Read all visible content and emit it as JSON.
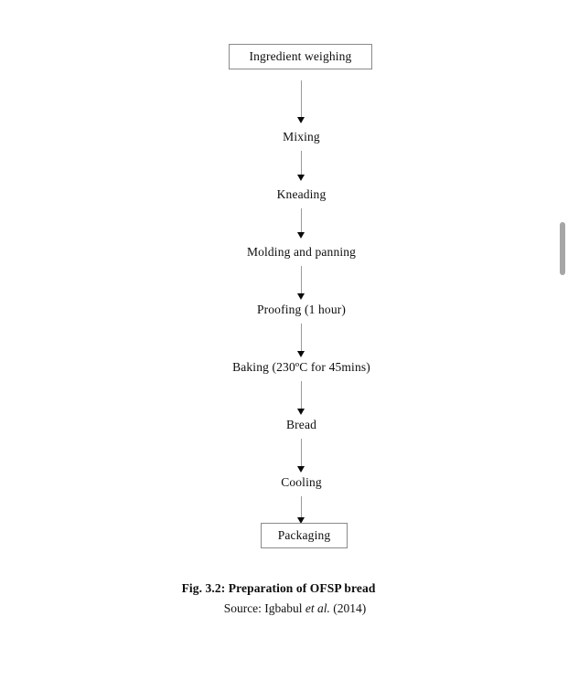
{
  "document": {
    "background_color": "#ffffff",
    "text_color": "#0d0d0d"
  },
  "flowchart": {
    "title": "Preparation of OFSP bread",
    "orientation": "vertical-top-to-bottom",
    "node_border_color": "#8a8a8a",
    "arrow_line_color": "#9a9a9a",
    "arrow_head_color": "#0a0a0a",
    "steps": [
      {
        "label": "Ingredient weighing",
        "shape": "box"
      },
      {
        "label": "Mixing",
        "shape": "text"
      },
      {
        "label": "Kneading",
        "shape": "text"
      },
      {
        "label": "Molding and panning",
        "shape": "text"
      },
      {
        "label": "Proofing (1 hour)",
        "shape": "text"
      },
      {
        "label": "Baking (230ºC for 45mins)",
        "shape": "text"
      },
      {
        "label": "Bread",
        "shape": "text"
      },
      {
        "label": "Cooling",
        "shape": "text"
      },
      {
        "label": "Packaging",
        "shape": "box"
      }
    ]
  },
  "caption": {
    "figure_label": "Fig. 3.2: Preparation of OFSP bread",
    "source_prefix": "Source: Igbabul",
    "source_italic": "et al.",
    "source_suffix": "(2014)"
  },
  "scrollbar": {
    "thumb_color": "#a6a6a6",
    "orientation": "vertical"
  }
}
